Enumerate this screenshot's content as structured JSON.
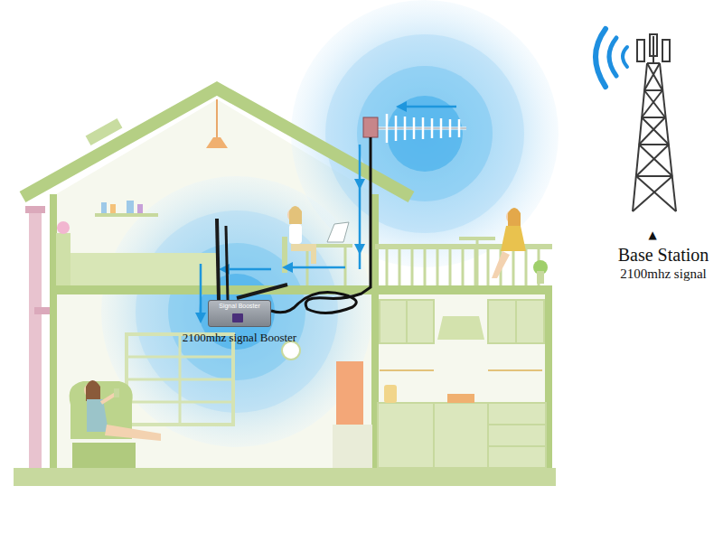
{
  "diagram": {
    "nodes": [
      {
        "text": [
          "Signal Booster",
          "2100mhz signal Booster"
        ]
      }
    ],
    "labels": [
      "▲",
      "Base Station",
      "2100mhz signal"
    ]
  }
}
